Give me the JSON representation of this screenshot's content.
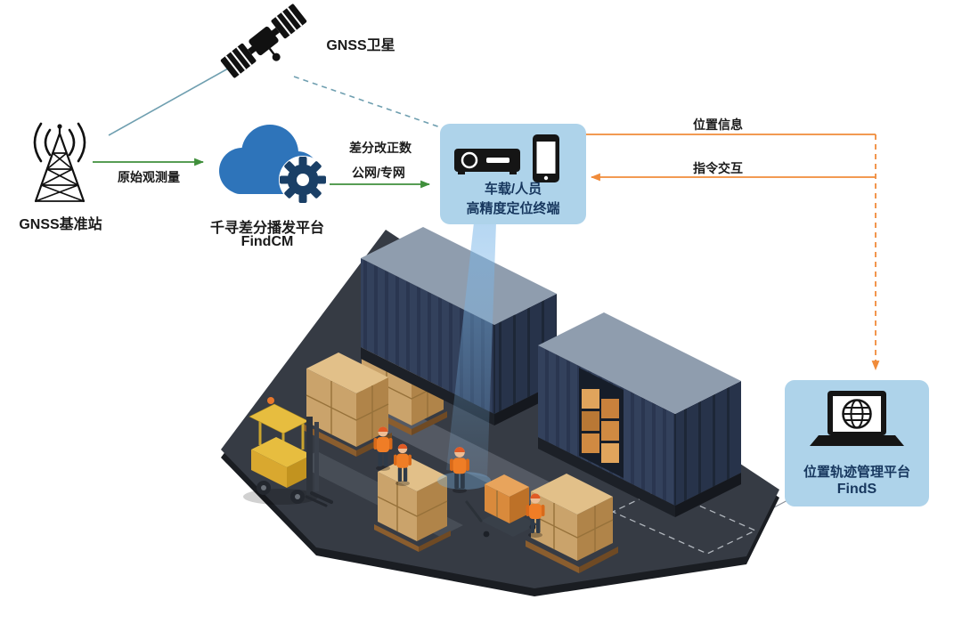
{
  "colors": {
    "teal_line": "#6f9fb0",
    "green_arrow": "#3f8f3b",
    "orange_arrow": "#f08b3a",
    "panel_fill": "#aed3ea",
    "panel_text": "#17375e",
    "cloud_blue": "#2e74ba",
    "gear_navy": "#1a3f66",
    "label_black": "#1a1a1a"
  },
  "diagram": {
    "satellite": {
      "label": "GNSS卫星"
    },
    "base_station": {
      "label": "GNSS基准站"
    },
    "cloud_platform": {
      "name": "千寻差分播发平台",
      "product": "FindCM"
    },
    "raw_observation": {
      "label": "原始观测量"
    },
    "diff_correction": {
      "line1": "差分改正数",
      "line2": "公网/专网"
    },
    "terminal": {
      "line1": "车载/人员",
      "line2": "高精度定位终端"
    },
    "position_info": {
      "label": "位置信息"
    },
    "command_interaction": {
      "label": "指令交互"
    },
    "management_platform": {
      "name": "位置轨迹管理平台",
      "product": "FindS"
    }
  }
}
